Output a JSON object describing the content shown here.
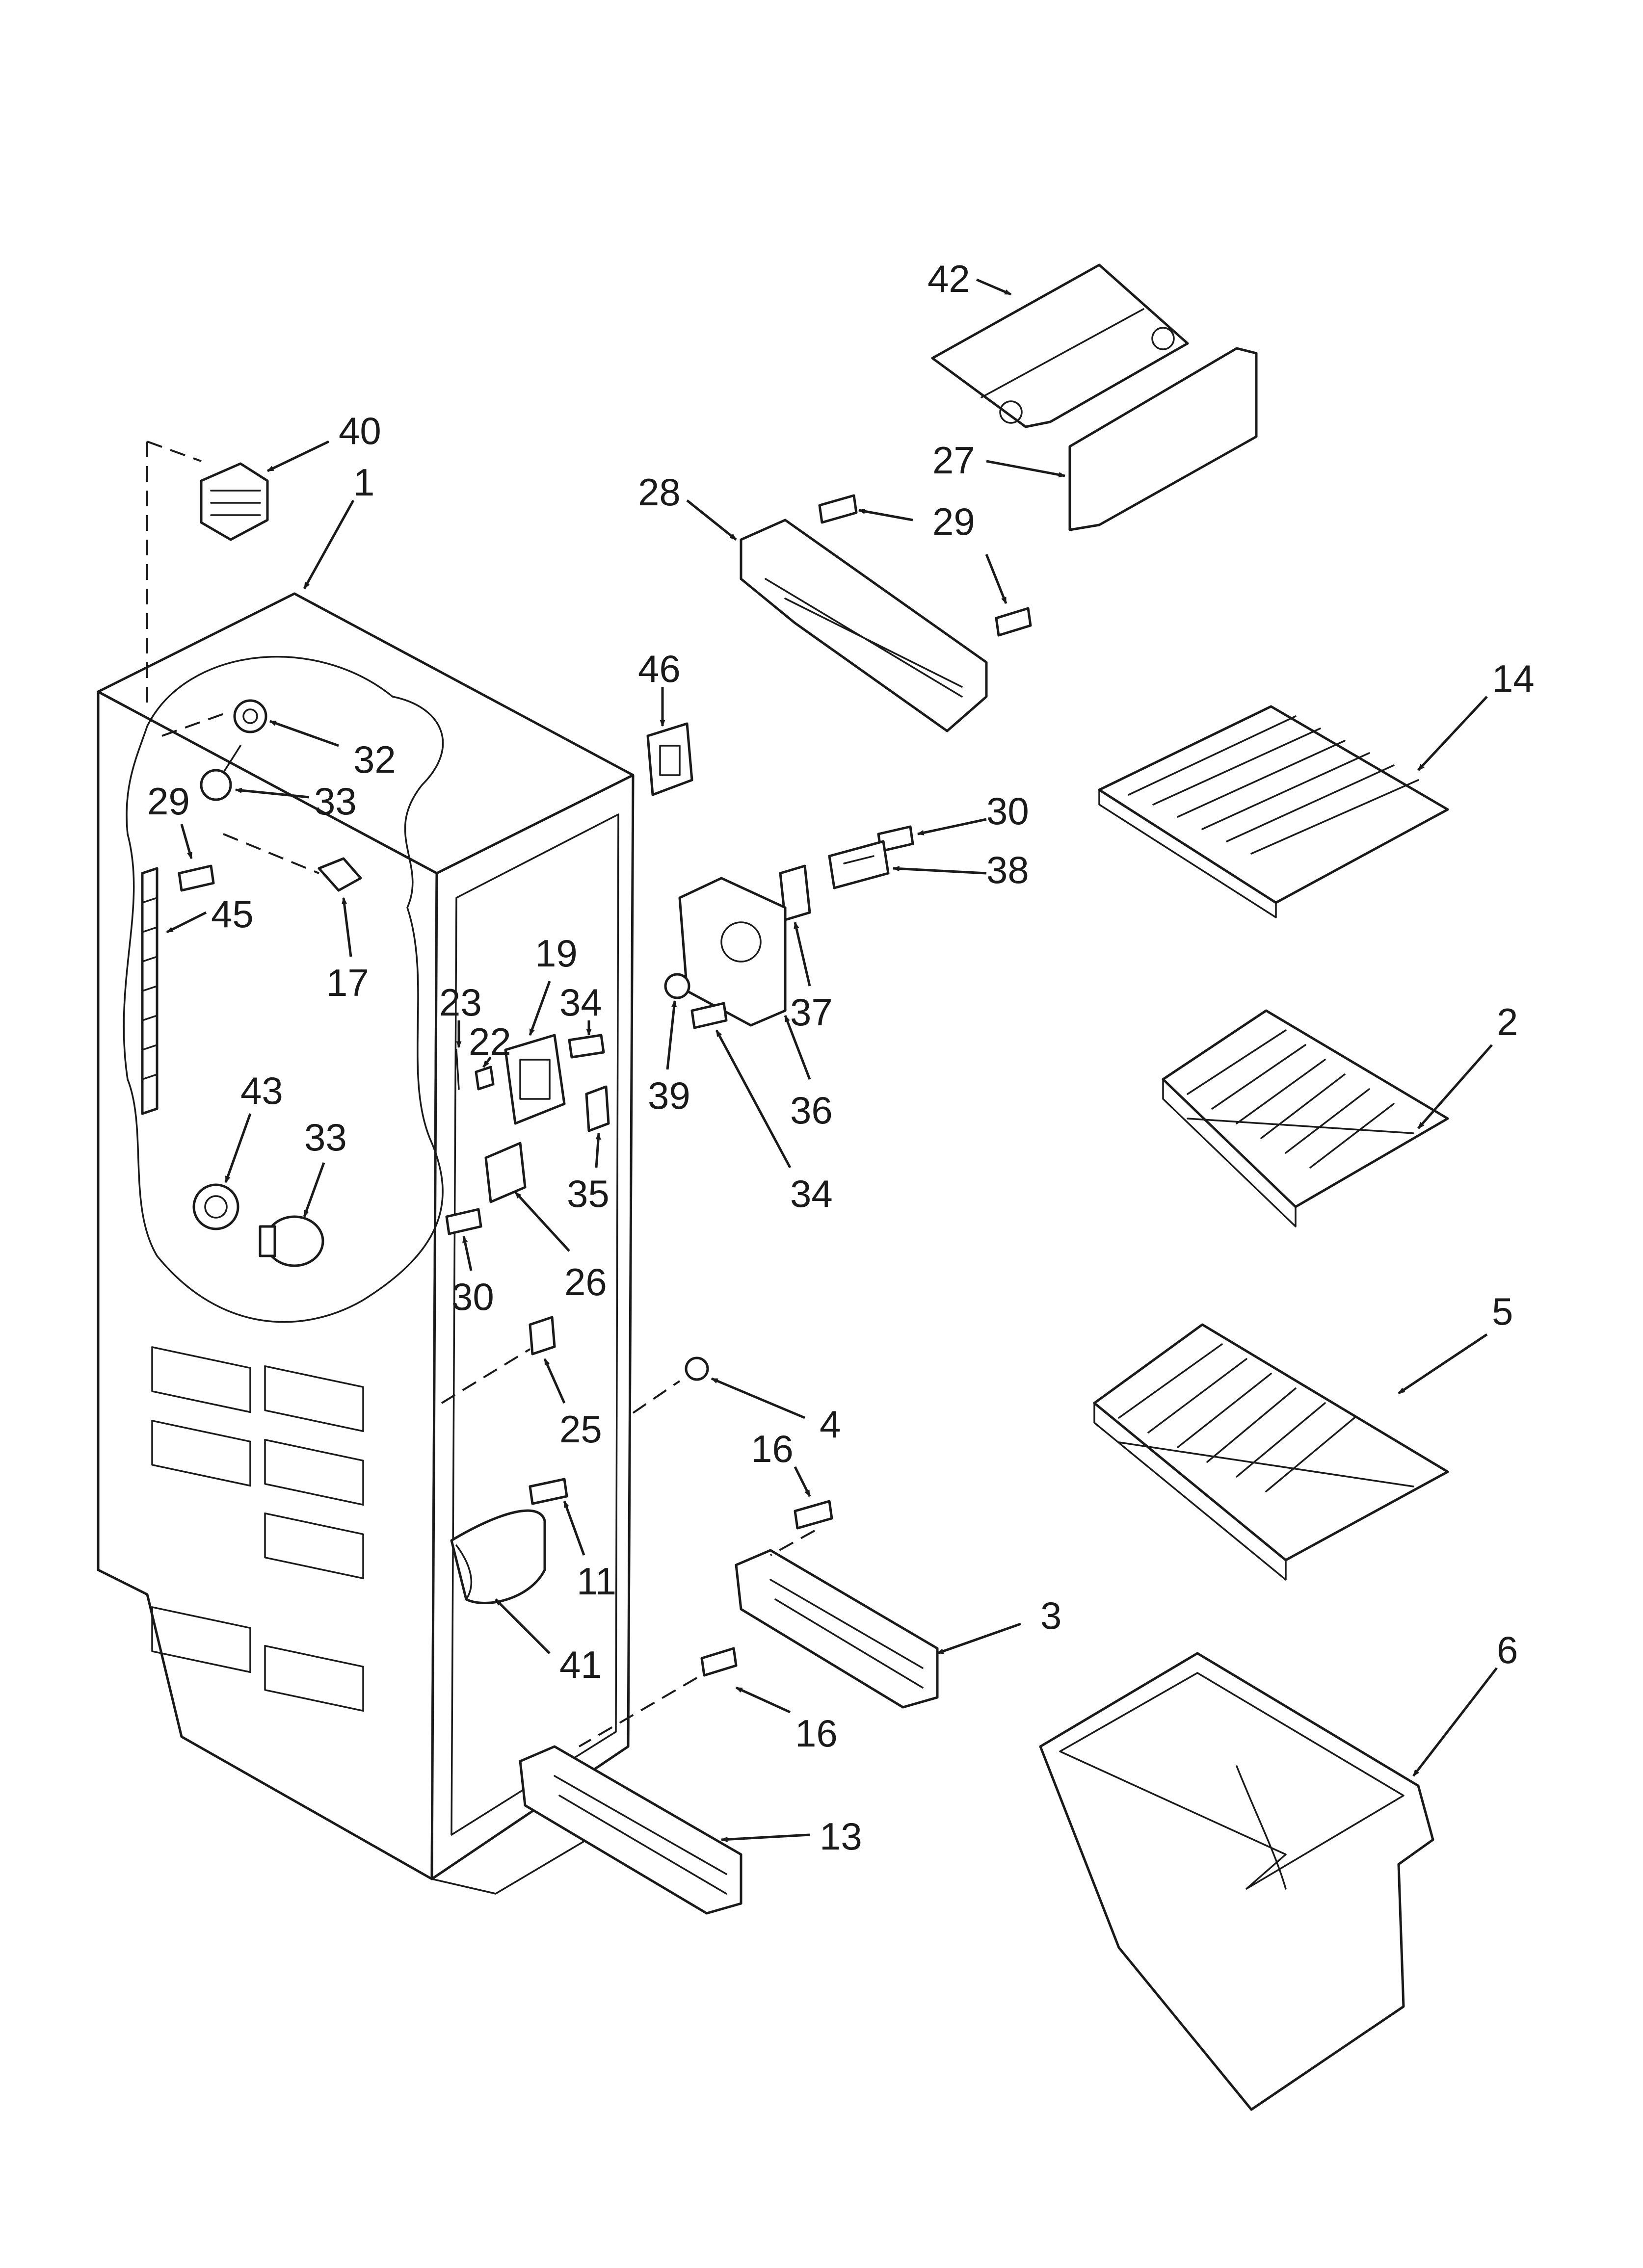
{
  "callouts": [
    "42",
    "27",
    "28",
    "29",
    "29",
    "40",
    "1",
    "46",
    "14",
    "32",
    "29",
    "33",
    "30",
    "38",
    "45",
    "17",
    "19",
    "34",
    "23",
    "22",
    "37",
    "43",
    "33",
    "39",
    "36",
    "2",
    "34",
    "35",
    "26",
    "30",
    "5",
    "25",
    "4",
    "16",
    "11",
    "3",
    "41",
    "6",
    "16",
    "13"
  ],
  "colors": {
    "line": "#1a1a1a",
    "background": "#ffffff"
  },
  "arrowhead": "filled-triangle"
}
